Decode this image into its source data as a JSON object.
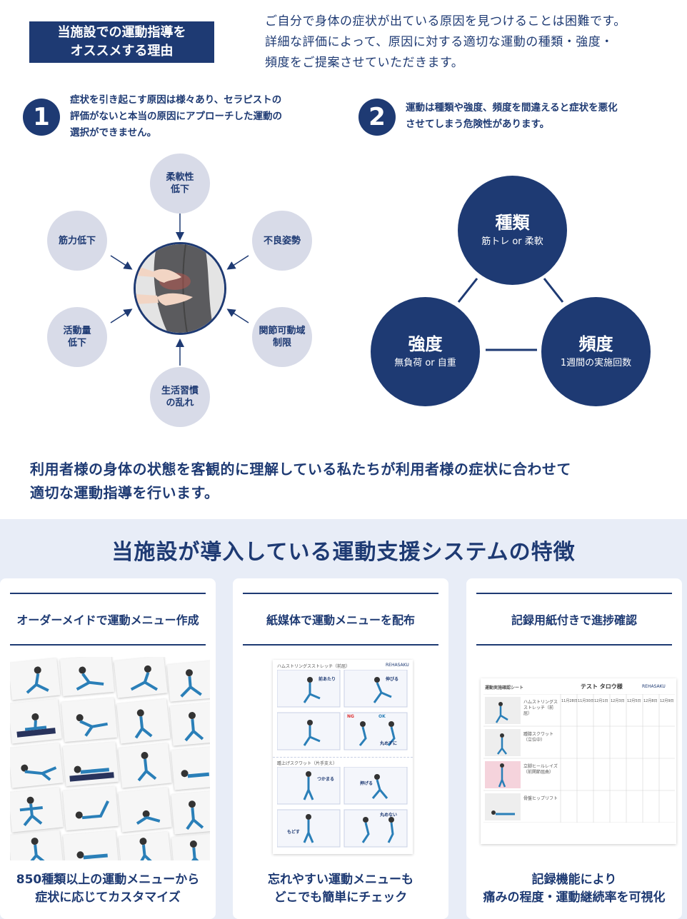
{
  "header": {
    "title_line1": "当施設での運動指導を",
    "title_line2": "オススメする理由",
    "intro_line1": "ご自分で身体の症状が出ている原因を見つけることは困難です。",
    "intro_line2": "詳細な評価によって、原因に対する適切な運動の種類・強度・",
    "intro_line3": "頻度をご提案させていただきます。"
  },
  "reasons": [
    {
      "number": "1",
      "line1": "症状を引き起こす原因は様々あり、セラピストの",
      "line2": "評価がないと本当の原因にアプローチした運動の",
      "line3": "選択ができません。"
    },
    {
      "number": "2",
      "line1": "運動は種類や強度、頻度を間違えると症状を悪化",
      "line2": "させてしまう危険性があります。"
    }
  ],
  "causes": {
    "top": "柔軟性\n低下",
    "upper_left": "筋力低下",
    "upper_right": "不良姿勢",
    "lower_left": "活動量\n低下",
    "lower_right": "関節可動域\n制限",
    "bottom": "生活習慣\nの乱れ"
  },
  "factors": {
    "type": {
      "title": "種類",
      "sub": "筋トレ or 柔軟"
    },
    "intensity": {
      "title": "強度",
      "sub": "無負荷 or 自重"
    },
    "frequency": {
      "title": "頻度",
      "sub": "1週間の実施回数"
    }
  },
  "summary": {
    "line1": "利用者様の身体の状態を客観的に理解している私たちが利用者様の症状に合わせて",
    "line2": "適切な運動指導を行います。"
  },
  "system": {
    "title": "当施設が導入している運動支援システムの特徴",
    "cards": [
      {
        "heading": "オーダーメイドで運動メニュー作成",
        "caption1": "850種類以上の運動メニューから",
        "caption2": "症状に応じてカスタマイズ"
      },
      {
        "heading": "紙媒体で運動メニューを配布",
        "caption1": "忘れやすい運動メニューも",
        "caption2": "どこでも簡単にチェック"
      },
      {
        "heading": "記録用紙付きで進捗確認",
        "caption1": "記録機能により",
        "caption2": "痛みの程度・運動継続率を可視化"
      }
    ]
  },
  "doc_preview": {
    "sheet1_title": "ハムストリングスストレッチ（前屈）",
    "sheet2_title": "踵上げスクワット（片手支え）",
    "labels": [
      "前あたり",
      "伸びる",
      "NG",
      "OK",
      "丸めずに",
      "つかまる",
      "押げる",
      "丸めない",
      "もどす"
    ],
    "brand": "REHASAKU",
    "record_title": "運動実施確認シート",
    "record_name": "テスト タロウ様",
    "record_rows": [
      "ハムストリングスストレッチ（前屈）",
      "踵膝スクワット（立位中）",
      "立脚ヒールレイズ（前関節屈曲）",
      "骨盤ヒップリフト"
    ],
    "record_dates": [
      "11月28日",
      "11月30日",
      "12月1日",
      "12月3日",
      "12月5日",
      "12月8日",
      "12月9日"
    ]
  },
  "colors": {
    "navy": "#1e3a73",
    "bubble": "#d8dbe8",
    "panel": "#e8edf7"
  }
}
